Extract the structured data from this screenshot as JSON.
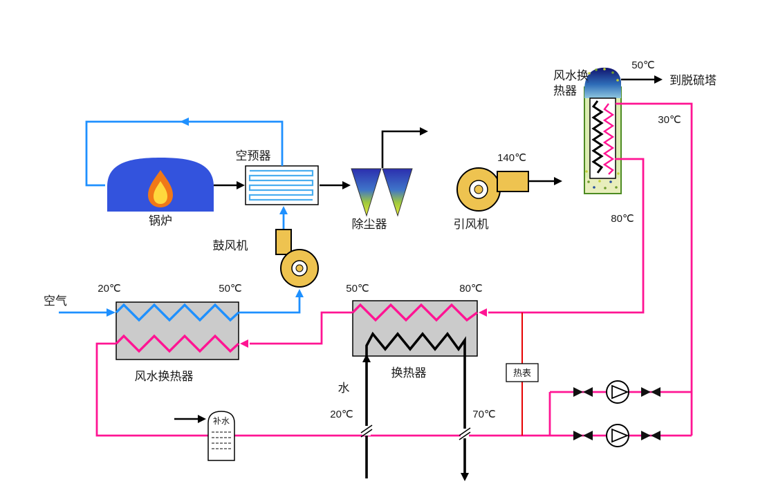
{
  "components": {
    "boiler": "锅炉",
    "air_preheater": "空预器",
    "blower": "鼓风机",
    "dust_collector": "除尘器",
    "induced_draft_fan": "引风机",
    "air_water_hx": "风水换热器",
    "heat_exchanger": "换热器",
    "heat_meter": "热表",
    "makeup_water": "补水",
    "flue_gas_hx": {
      "line1": "风水换",
      "line2": "热器"
    }
  },
  "streams": {
    "air": "空气",
    "water": "水",
    "to_desulfurization_tower": "到脱硫塔"
  },
  "temperatures": {
    "left_hx_air_in": "20℃",
    "left_hx_air_out": "50℃",
    "mid_hx_left": "50℃",
    "mid_hx_right": "80℃",
    "fan_outlet": "140℃",
    "tower_gas_out": "50℃",
    "tower_water_return": "30℃",
    "tower_water_supply": "80℃",
    "water_in": "20℃",
    "water_out": "70℃"
  },
  "colors": {
    "air_line": "#1E90FF",
    "hot_water_line": "#FF1493",
    "flue_line": "#000000",
    "meter_line": "#E60000",
    "fan_fill": "#EEC350",
    "hx_box_fill": "#CBCBCB",
    "boiler_fill": "#3353DD",
    "tower_fill": "#DCEDB2"
  }
}
